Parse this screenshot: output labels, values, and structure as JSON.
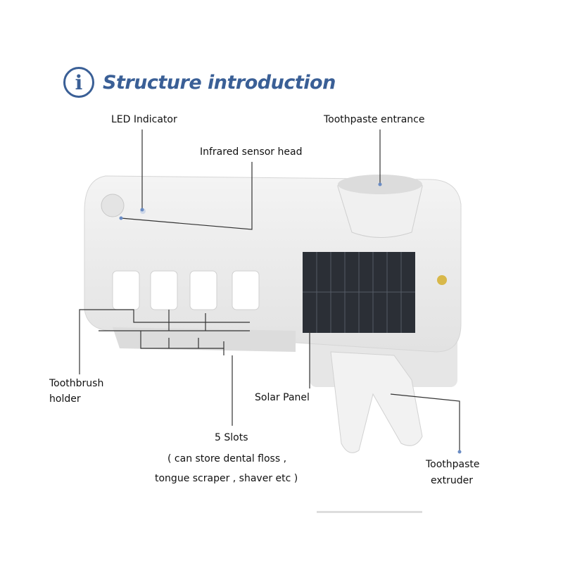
{
  "title": "Structure introduction",
  "title_icon": "info-icon",
  "accent_color": "#3a5f96",
  "labels": {
    "led_indicator": "LED Indicator",
    "toothpaste_entrance": "Toothpaste entrance",
    "infrared_sensor": "Infrared sensor head",
    "toothbrush_holder_1": "Toothbrush",
    "toothbrush_holder_2": "holder",
    "solar_panel": "Solar Panel",
    "slots_1": "5 Slots",
    "slots_2": "( can store dental floss ,",
    "slots_3": "tongue scraper , shaver etc  )",
    "extruder_1": "Toothpaste",
    "extruder_2": "extruder"
  }
}
